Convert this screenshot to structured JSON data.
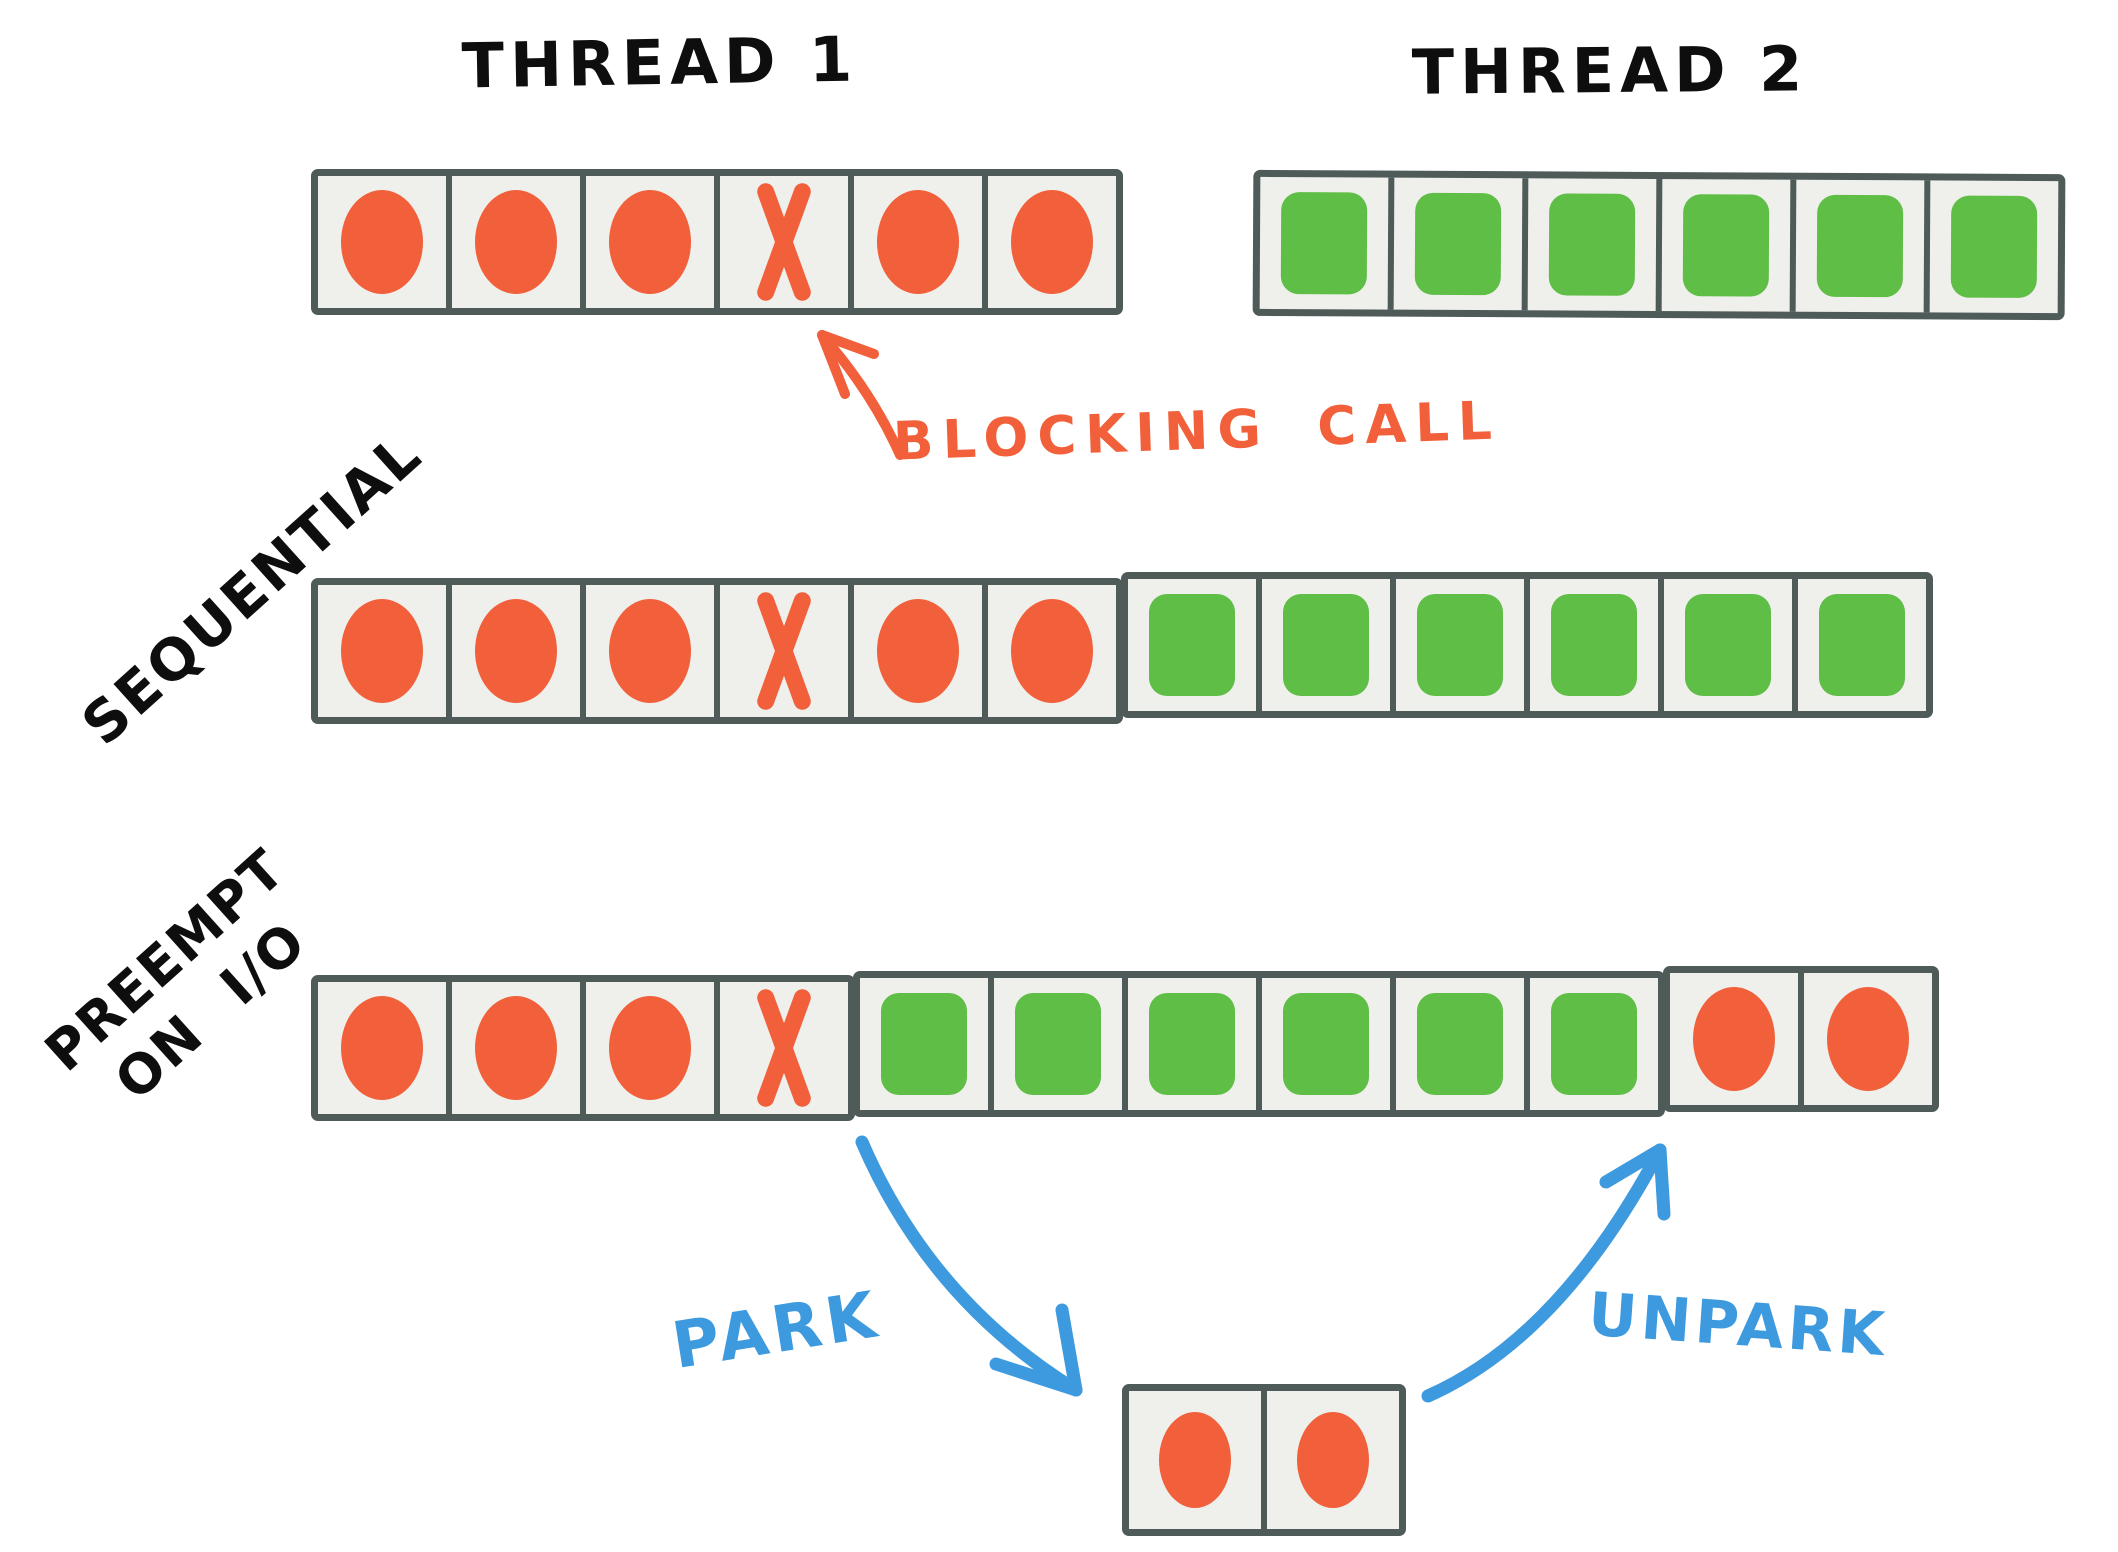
{
  "colors": {
    "orange": "#F1603A",
    "green": "#5FBE45",
    "blue": "#3E9ADF",
    "stroke": "#4E5B59",
    "cellfill": "#EFEFEC",
    "ink": "#0E0E0E"
  },
  "titles": {
    "thread1": "THREAD 1",
    "thread2": "THREAD 2"
  },
  "labels": {
    "sequential": "SEQUENTIAL",
    "preempt_line1": "PREEMPT",
    "preempt_line2": "ON I/O"
  },
  "annotations": {
    "blocking_call": "BLOCKING CALL",
    "park": "PARK",
    "unpark": "UNPARK"
  },
  "rows": {
    "thread1": {
      "segments": [
        {
          "cells": [
            "dot",
            "dot",
            "dot",
            "x",
            "dot",
            "dot"
          ]
        }
      ]
    },
    "thread2": {
      "segments": [
        {
          "cells": [
            "square",
            "square",
            "square",
            "square",
            "square",
            "square"
          ]
        }
      ]
    },
    "sequential": {
      "segments": [
        {
          "cells": [
            "dot",
            "dot",
            "dot",
            "x",
            "dot",
            "dot"
          ]
        },
        {
          "cells": [
            "square",
            "square",
            "square",
            "square",
            "square",
            "square"
          ]
        }
      ]
    },
    "preempt": {
      "segments": [
        {
          "cells": [
            "dot",
            "dot",
            "dot",
            "x"
          ]
        },
        {
          "cells": [
            "square",
            "square",
            "square",
            "square",
            "square",
            "square"
          ]
        },
        {
          "cells": [
            "dot",
            "dot"
          ]
        }
      ]
    },
    "parked": {
      "segments": [
        {
          "cells": [
            "dot",
            "dot"
          ]
        }
      ]
    }
  }
}
